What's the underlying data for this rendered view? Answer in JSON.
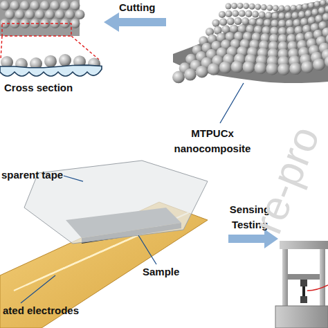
{
  "diagram": {
    "labels": [
      "Cutting",
      "Cross section",
      "MTPUCx nanocomposite",
      "sparent tape",
      "Sample",
      "ated electrodes",
      "Sensing Testing",
      "re-pro"
    ]
  }
}
